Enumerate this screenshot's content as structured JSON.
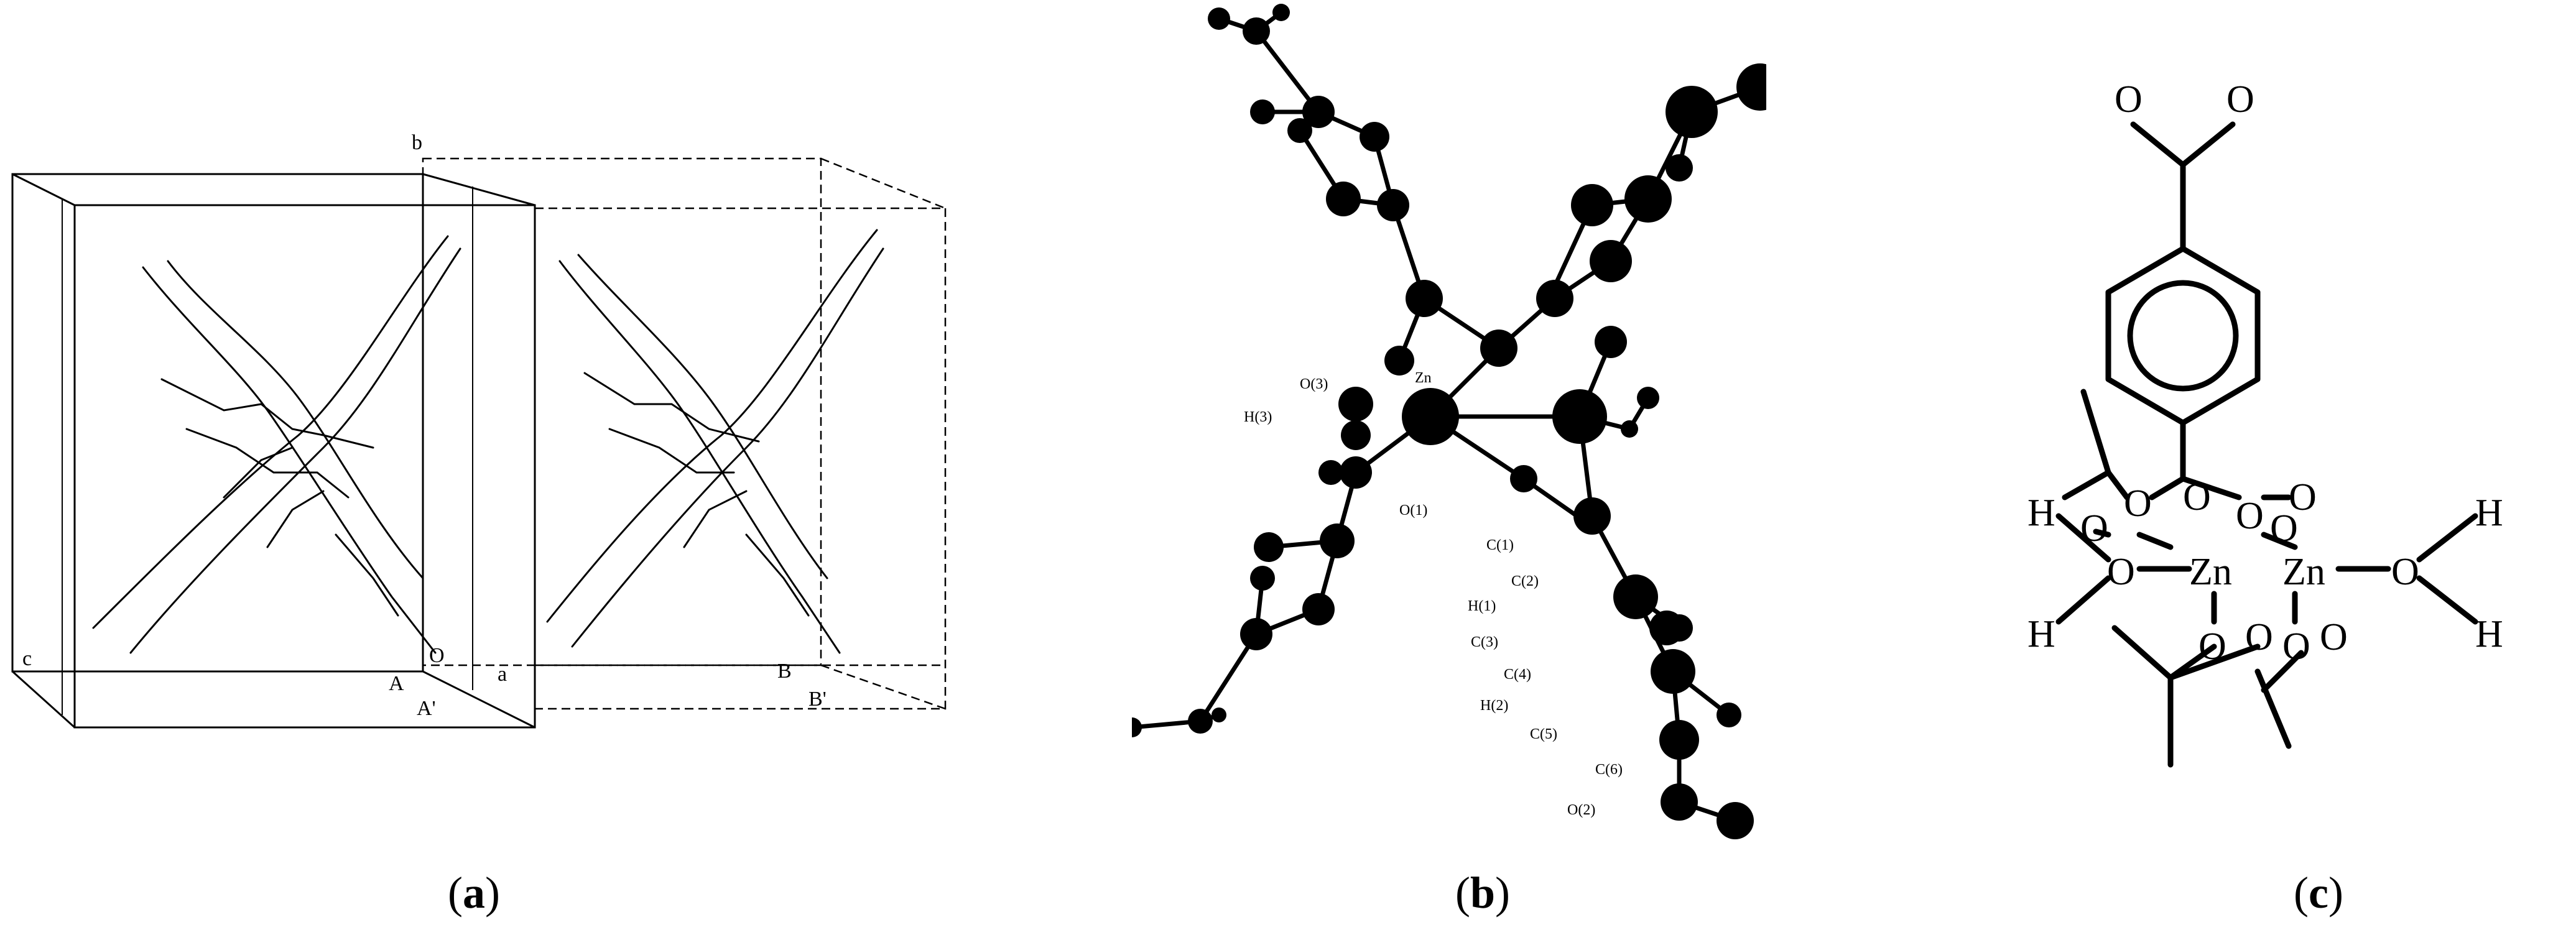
{
  "panel_a": {
    "caption": {
      "open": "(",
      "letter": "a",
      "close": ")"
    },
    "axis_labels": {
      "b": "b",
      "c": "c",
      "a": "a",
      "origin": "O"
    },
    "point_labels": {
      "A": "A",
      "A_prime": "A'",
      "B": "B",
      "B_prime": "B'"
    }
  },
  "panel_b": {
    "caption": {
      "open": "(",
      "letter": "b",
      "close": ")"
    },
    "atom_labels": {
      "zn": "Zn",
      "o3": "O(3)",
      "h3": "H(3)",
      "o1": "O(1)",
      "c1": "C(1)",
      "c2": "C(2)",
      "h1": "H(1)",
      "c3": "C(3)",
      "c4": "C(4)",
      "h2": "H(2)",
      "c5": "C(5)",
      "c6": "C(6)",
      "o2": "O(2)"
    }
  },
  "panel_c": {
    "caption": {
      "open": "(",
      "letter": "c",
      "close": ")"
    },
    "atom_labels": {
      "o_top_left": "O",
      "o_top_right": "O",
      "h_left_top": "H",
      "h_left_bottom": "H",
      "o_left_water": "O",
      "zn_left": "Zn",
      "zn_right": "Zn",
      "o_right_water": "O",
      "h_right_top": "H",
      "h_right_bottom": "H",
      "o_upper_1": "O",
      "o_upper_2": "O",
      "o_upper_3": "O",
      "o_upper_4": "O",
      "o_lower_1": "O",
      "o_lower_2": "O",
      "o_lower_3": "O",
      "o_lower_4": "O",
      "o_mid_left": "O",
      "o_mid_right": "O"
    }
  }
}
